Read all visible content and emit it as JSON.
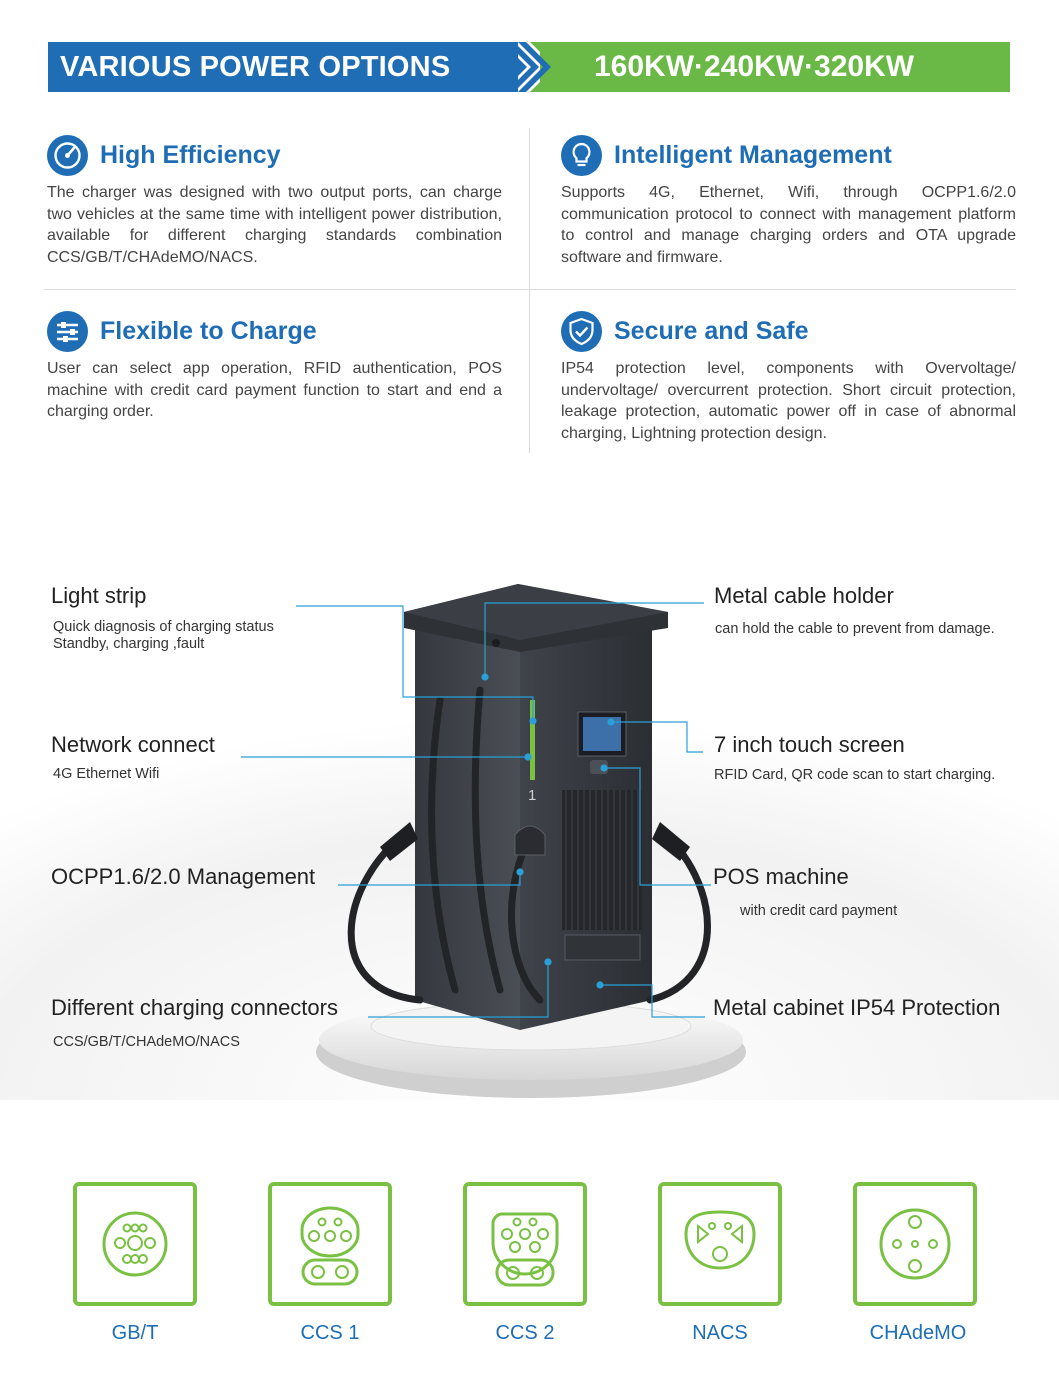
{
  "banner": {
    "left_text": "VARIOUS POWER OPTIONS",
    "right_text": "160KW·240KW·320KW",
    "colors": {
      "blue": "#1e6db5",
      "green": "#6ab845"
    }
  },
  "features": [
    {
      "icon": "speedometer-icon",
      "title": "High Efficiency",
      "text": "The charger was designed with two output ports, can charge two vehicles at the same time with intelligent power distribution, available for different charging standards combination CCS/GB/T/CHAdeMO/NACS."
    },
    {
      "icon": "lightbulb-icon",
      "title": "Intelligent Management",
      "text": "Supports 4G, Ethernet, Wifi, through OCPP1.6/2.0 communication protocol to connect with management platform to control and manage charging orders and OTA upgrade software and firmware."
    },
    {
      "icon": "sliders-icon",
      "title": "Flexible to Charge",
      "text": "User can select app operation, RFID authentication, POS machine with credit card payment function to start and end a charging order."
    },
    {
      "icon": "shield-check-icon",
      "title": "Secure and Safe",
      "text": "IP54 protection level, components with Overvoltage/ undervoltage/ overcurrent protection. Short circuit protection, leakage protection, automatic power off in case of abnormal charging, Lightning protection design."
    }
  ],
  "callouts": {
    "light_strip": {
      "title": "Light strip",
      "sub1": "Quick diagnosis of charging  status",
      "sub2": "Standby, charging ,fault"
    },
    "network": {
      "title": "Network connect",
      "sub": "4G Ethernet Wifi"
    },
    "ocpp": {
      "title": "OCPP1.6/2.0 Management"
    },
    "connectors": {
      "title": "Different charging connectors",
      "sub": "CCS/GB/T/CHAdeMO/NACS"
    },
    "cable_holder": {
      "title": "Metal cable holder",
      "sub": "can hold the cable to prevent from damage."
    },
    "touch_screen": {
      "title": "7 inch touch screen",
      "sub": "RFID Card, QR code scan to start charging."
    },
    "pos": {
      "title": "POS machine",
      "sub": "with credit card payment"
    },
    "cabinet": {
      "title": "Metal cabinet IP54 Protection"
    }
  },
  "charger": {
    "port_number": "1"
  },
  "connector_types": [
    {
      "label": "GB/T",
      "icon": "gbt-connector-icon"
    },
    {
      "label": "CCS 1",
      "icon": "ccs1-connector-icon"
    },
    {
      "label": "CCS 2",
      "icon": "ccs2-connector-icon"
    },
    {
      "label": "NACS",
      "icon": "nacs-connector-icon"
    },
    {
      "label": "CHAdeMO",
      "icon": "chademo-connector-icon"
    }
  ]
}
